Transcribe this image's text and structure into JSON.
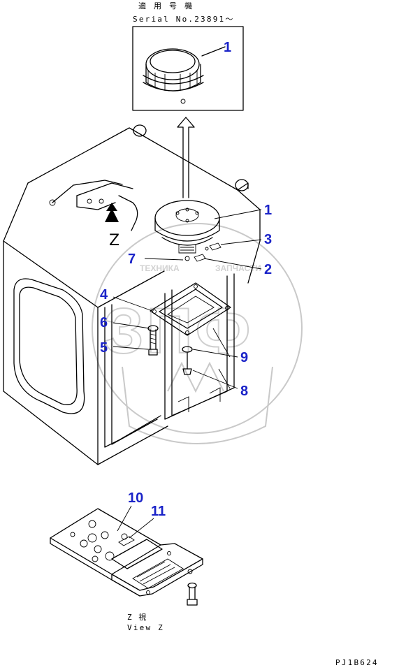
{
  "header": {
    "applicable_serial_jp": "適 用 号 機",
    "serial_text": "Serial No.23891～"
  },
  "callouts": {
    "c1_inset": "1",
    "c1": "1",
    "c2": "2",
    "c3": "3",
    "c4": "4",
    "c5": "5",
    "c6": "6",
    "c7": "7",
    "c8": "8",
    "c9": "9",
    "c10": "10",
    "c11": "11"
  },
  "view_marker": "Z",
  "view_caption": {
    "jp": "Z    視",
    "en": "View Z"
  },
  "watermark": {
    "top_text": "ТЕХНИКА",
    "top_text_right": "ЗАПЧАСТИ",
    "big_text": "ЗПФ"
  },
  "drawing_code": "PJ1B624",
  "colors": {
    "callout": "#1a23c8",
    "line": "#000000",
    "watermark": "#c9c9c9"
  }
}
